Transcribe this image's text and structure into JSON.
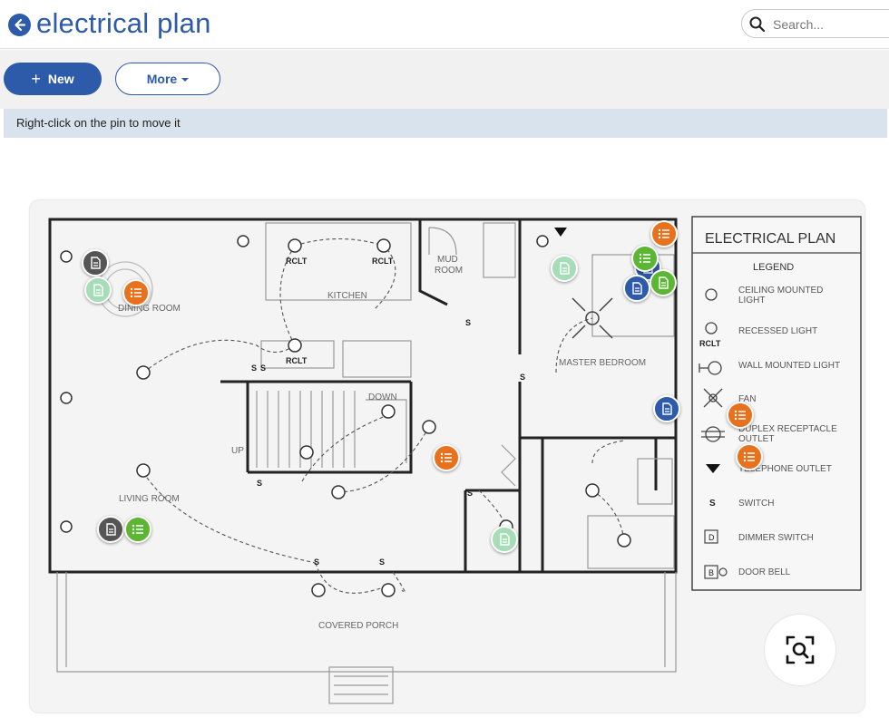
{
  "header": {
    "title": "electrical plan",
    "search_placeholder": "Search..."
  },
  "toolbar": {
    "new_label": "New",
    "more_label": "More"
  },
  "info": {
    "message": "Right-click on the pin to move it"
  },
  "plan": {
    "title": "ELECTRICAL PLAN",
    "legend_title": "LEGEND",
    "legend": [
      {
        "icon": "ceiling-mounted-light",
        "label_1": "CEILING MOUNTED",
        "label_2": "LIGHT"
      },
      {
        "icon": "recessed-light",
        "label_1": "RECESSED LIGHT",
        "label_2": "",
        "tag": "RCLT"
      },
      {
        "icon": "wall-mounted-light",
        "label_1": "WALL MOUNTED LIGHT",
        "label_2": ""
      },
      {
        "icon": "fan",
        "label_1": "FAN",
        "label_2": ""
      },
      {
        "icon": "duplex-receptacle-outlet",
        "label_1": "DUPLEX RECEPTACLE",
        "label_2": "OUTLET"
      },
      {
        "icon": "telephone-outlet",
        "label_1": "TELEPHONE OUTLET",
        "label_2": ""
      },
      {
        "icon": "switch",
        "label_1": "SWITCH",
        "label_2": "",
        "symbol": "S"
      },
      {
        "icon": "dimmer-switch",
        "label_1": "DIMMER SWITCH",
        "label_2": "",
        "symbol": "D"
      },
      {
        "icon": "door-bell",
        "label_1": "DOOR BELL",
        "label_2": "",
        "symbol": "B"
      }
    ],
    "rooms": {
      "dining": "DINING ROOM",
      "kitchen": "KITCHEN",
      "mud": "MUD",
      "mud_2": "ROOM",
      "master": "MASTER BEDROOM",
      "living": "LIVING ROOM",
      "porch": "COVERED PORCH",
      "down": "DOWN",
      "up": "UP"
    },
    "fixture_tags": {
      "rclt": "RCLT",
      "switch": "S",
      "dimmer": "D",
      "bell": "B"
    }
  },
  "pins": [
    {
      "type": "document",
      "color": "gray"
    },
    {
      "type": "document",
      "color": "lightgreen"
    },
    {
      "type": "checklist",
      "color": "orange"
    },
    {
      "type": "checklist",
      "color": "orange"
    },
    {
      "type": "checklist",
      "color": "green"
    },
    {
      "type": "document",
      "color": "blue"
    },
    {
      "type": "document",
      "color": "green"
    },
    {
      "type": "document",
      "color": "blue"
    },
    {
      "type": "document",
      "color": "lightgreen"
    },
    {
      "type": "document",
      "color": "blue"
    },
    {
      "type": "checklist",
      "color": "orange"
    },
    {
      "type": "checklist",
      "color": "orange"
    },
    {
      "type": "checklist",
      "color": "orange"
    },
    {
      "type": "document",
      "color": "lightgreen"
    },
    {
      "type": "document",
      "color": "gray"
    },
    {
      "type": "checklist",
      "color": "green"
    }
  ],
  "colors": {
    "brand": "#2d5aa9",
    "info_bar": "#d9e3ee",
    "toolbar": "#f1f1f1",
    "pin_orange": "#e8711d",
    "pin_green": "#5cb533",
    "pin_blue": "#2d5aa9",
    "pin_gray": "#555555",
    "pin_lightgreen": "#a6dcb8"
  },
  "icons": {
    "back": "back-arrow-icon",
    "search": "search-icon",
    "plus": "plus-icon",
    "caret": "caret-down-icon",
    "zoom": "zoom-search-icon"
  }
}
